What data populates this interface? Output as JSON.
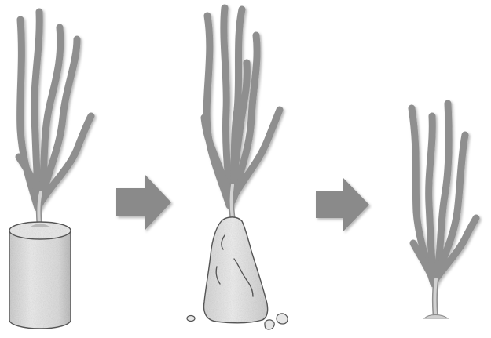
{
  "diagram": {
    "stages": [
      {
        "id": "stage-1",
        "subject": "seaweed",
        "base": "cylindrical-block"
      },
      {
        "id": "stage-2",
        "subject": "seaweed",
        "base": "eroded-rock"
      },
      {
        "id": "stage-3",
        "subject": "seaweed",
        "base": "none"
      }
    ],
    "arrows": [
      {
        "from": "stage-1",
        "to": "stage-2",
        "icon": "right-arrow-icon"
      },
      {
        "from": "stage-2",
        "to": "stage-3",
        "icon": "right-arrow-icon"
      }
    ],
    "colors": {
      "frond": "#8f8f8f",
      "stem": "#d2d2d2",
      "arrow": "#8a8a8a",
      "block": "#e2e2e2",
      "outline": "#555555",
      "background": "#ffffff"
    }
  }
}
